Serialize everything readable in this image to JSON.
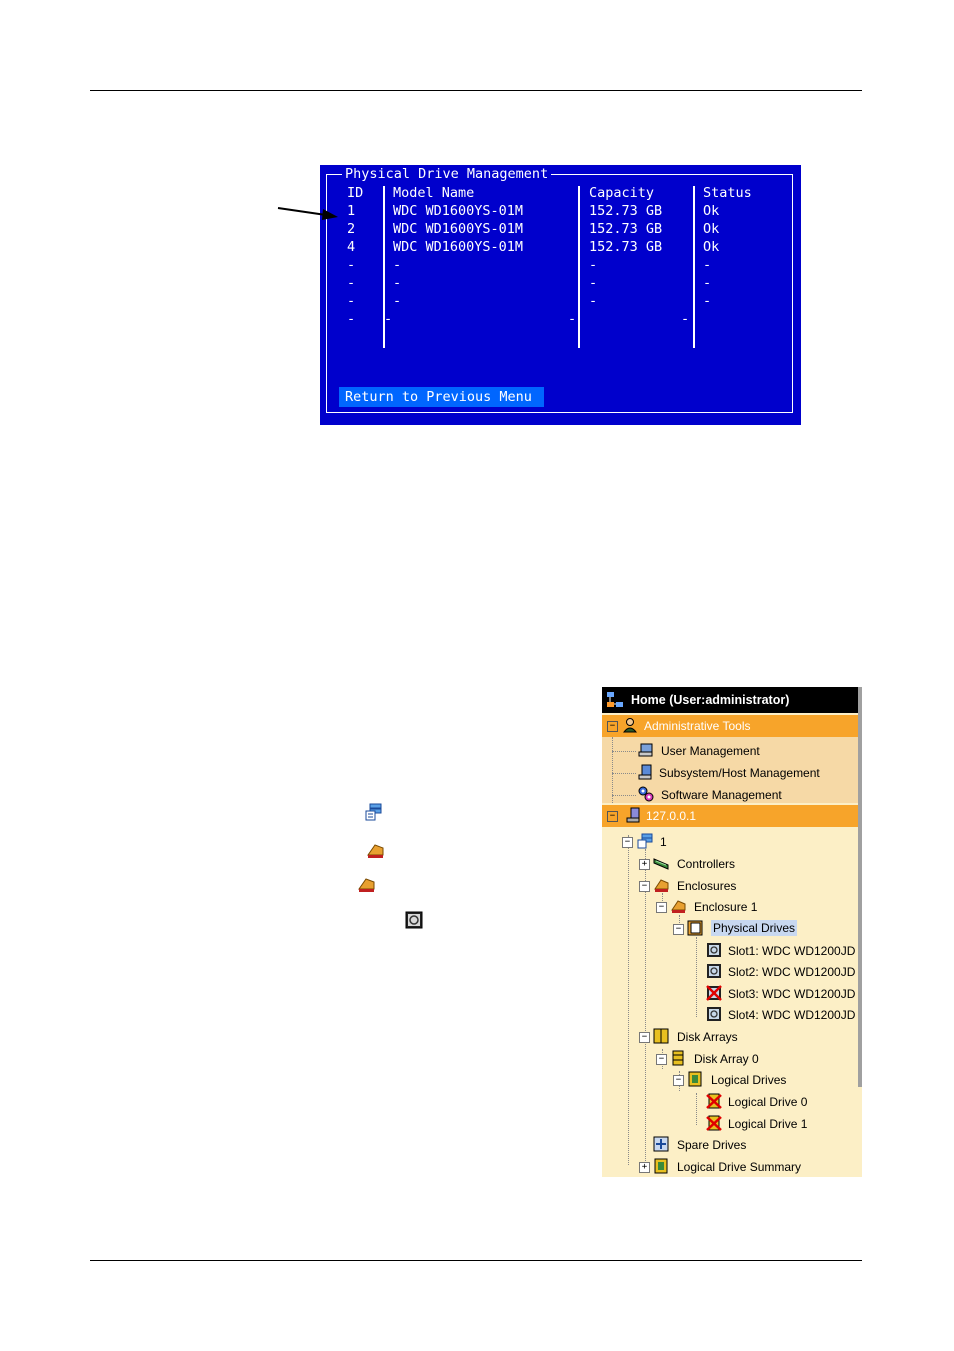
{
  "terminal": {
    "title": "Physical Drive Management",
    "headers": {
      "id": "ID",
      "model": "Model Name",
      "capacity": "Capacity",
      "status": "Status"
    },
    "rows": [
      {
        "id": "1",
        "model": "WDC WD1600YS-01M",
        "capacity": "152.73 GB",
        "status": "Ok"
      },
      {
        "id": "2",
        "model": "WDC WD1600YS-01M",
        "capacity": "152.73 GB",
        "status": "Ok"
      },
      {
        "id": "4",
        "model": "WDC WD1600YS-01M",
        "capacity": "152.73 GB",
        "status": "Ok"
      },
      {
        "id": "-",
        "model": "-",
        "capacity": "-",
        "status": "-"
      },
      {
        "id": "-",
        "model": "-",
        "capacity": "-",
        "status": "-"
      },
      {
        "id": "-",
        "model": "-",
        "capacity": "-",
        "status": "-"
      },
      {
        "id": "-",
        "model": "-",
        "capacity": "-",
        "status": "-"
      }
    ],
    "return_button": "Return to Previous Menu"
  },
  "tree": {
    "header": "Home (User:administrator)",
    "admin_tools": "Administrative Tools",
    "user_management": "User Management",
    "subsystem_host": "Subsystem/Host Management",
    "software_management": "Software Management",
    "host": "127.0.0.1",
    "subsystem": "1",
    "controllers": "Controllers",
    "enclosures": "Enclosures",
    "enclosure1": "Enclosure 1",
    "physical_drives": "Physical Drives",
    "slots": [
      "Slot1: WDC WD1200JD",
      "Slot2: WDC WD1200JD",
      "Slot3: WDC WD1200JD",
      "Slot4: WDC WD1200JD"
    ],
    "disk_arrays": "Disk Arrays",
    "disk_array0": "Disk Array 0",
    "logical_drives": "Logical Drives",
    "logical_drive0": "Logical Drive 0",
    "logical_drive1": "Logical Drive 1",
    "spare_drives": "Spare Drives",
    "logical_drive_summary": "Logical Drive Summary"
  },
  "colors": {
    "terminal_bg": "#0000cc",
    "terminal_highlight": "#0066ff",
    "tree_bg": "#fcefc6",
    "tree_selected_bar": "#f7a42a"
  }
}
